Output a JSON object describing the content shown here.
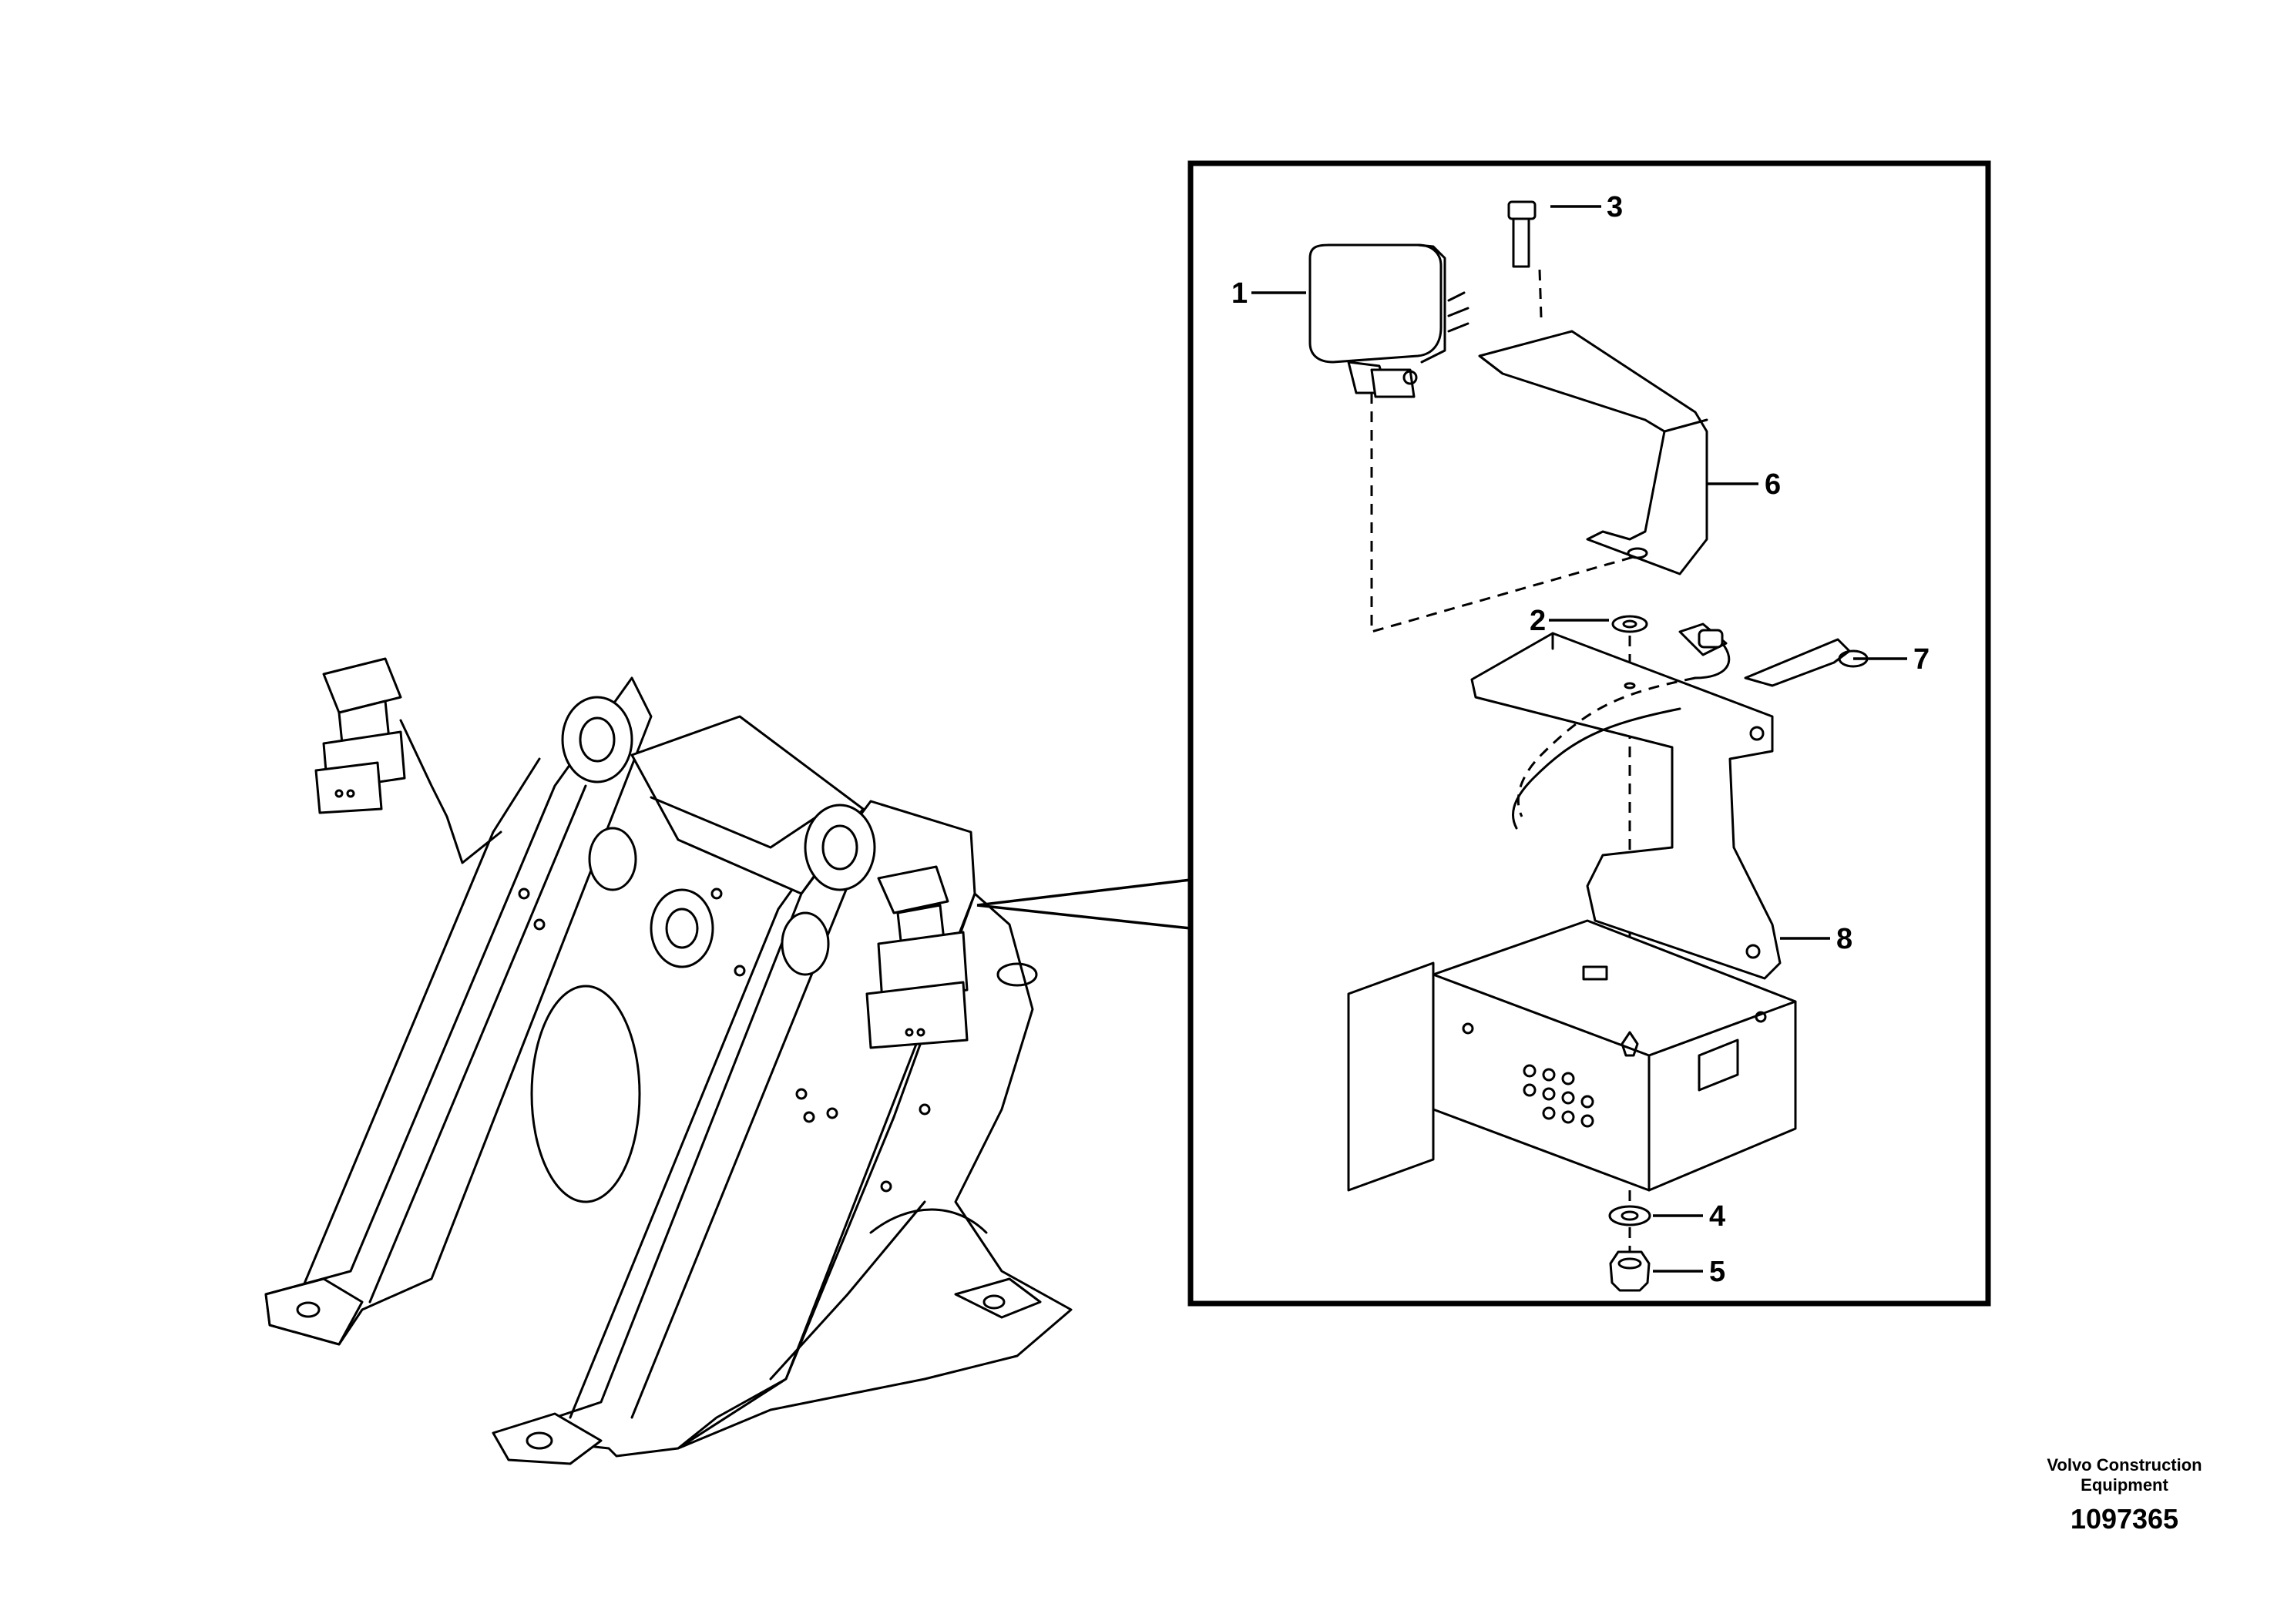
{
  "callouts": [
    {
      "id": "1",
      "label": "1"
    },
    {
      "id": "2",
      "label": "2"
    },
    {
      "id": "3",
      "label": "3"
    },
    {
      "id": "4",
      "label": "4"
    },
    {
      "id": "5",
      "label": "5"
    },
    {
      "id": "6",
      "label": "6"
    },
    {
      "id": "7",
      "label": "7"
    },
    {
      "id": "8",
      "label": "8"
    }
  ],
  "footer": {
    "manufacturer": "Volvo Construction Equipment",
    "drawing_number": "1097365"
  }
}
